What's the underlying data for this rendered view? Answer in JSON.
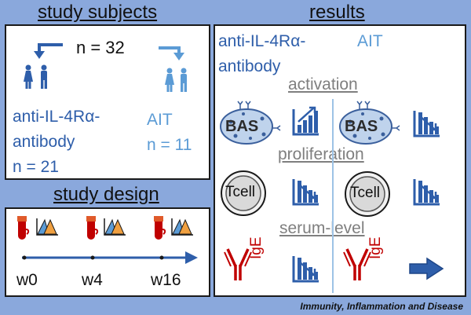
{
  "subjects": {
    "title": "study subjects",
    "n_total": "n = 32",
    "group1_line1": "anti-IL-4Rα-",
    "group1_line2": "antibody",
    "group1_n": "n = 21",
    "group2_name": "AIT",
    "group2_n": "n = 11"
  },
  "design": {
    "title": "study design",
    "weeks": [
      "w0",
      "w4",
      "w16"
    ]
  },
  "results": {
    "title": "results",
    "col1_line1": "anti-IL-4Rα-",
    "col1_line2": "antibody",
    "col2": "AIT",
    "sections": [
      "activation",
      "proliferation",
      "serum-level"
    ],
    "basophil_label": "BAS",
    "tcell_label": "Tcell",
    "ige_label": "IgE"
  },
  "footer": {
    "journal": "Immunity, Inflammation and Disease"
  },
  "colors": {
    "background": "#8aa8dc",
    "dark_blue": "#2e5eaa",
    "light_blue": "#5b9bd5",
    "red": "#c00000",
    "grey": "#7f7f7f"
  }
}
